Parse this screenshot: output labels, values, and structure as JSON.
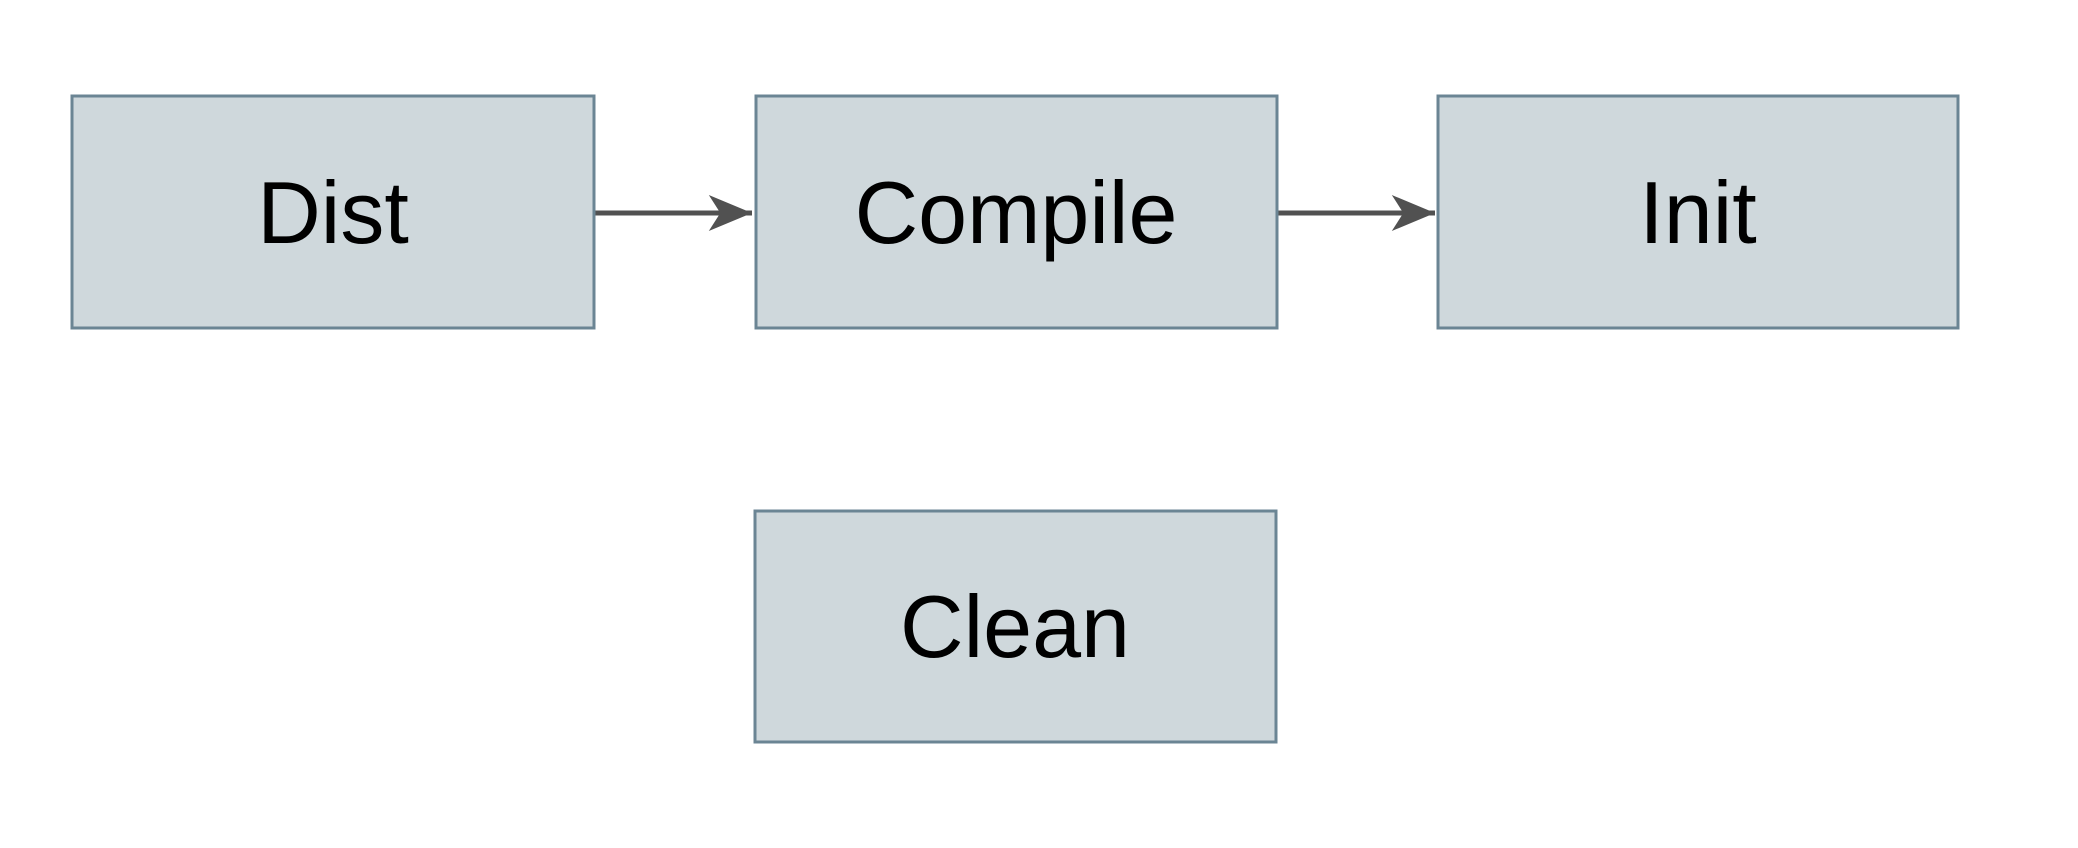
{
  "diagram": {
    "type": "flowchart",
    "background_color": "#ffffff",
    "colors": {
      "node_fill": "#cfd8dc",
      "node_border": "#6b8594",
      "arrow": "#515151",
      "text": "#000000"
    },
    "nodes": [
      {
        "id": "dist",
        "label": "Dist"
      },
      {
        "id": "compile",
        "label": "Compile"
      },
      {
        "id": "init",
        "label": "Init"
      },
      {
        "id": "clean",
        "label": "Clean"
      }
    ],
    "edges": [
      {
        "from": "Dist",
        "to": "Compile"
      },
      {
        "from": "Compile",
        "to": "Init"
      }
    ]
  }
}
